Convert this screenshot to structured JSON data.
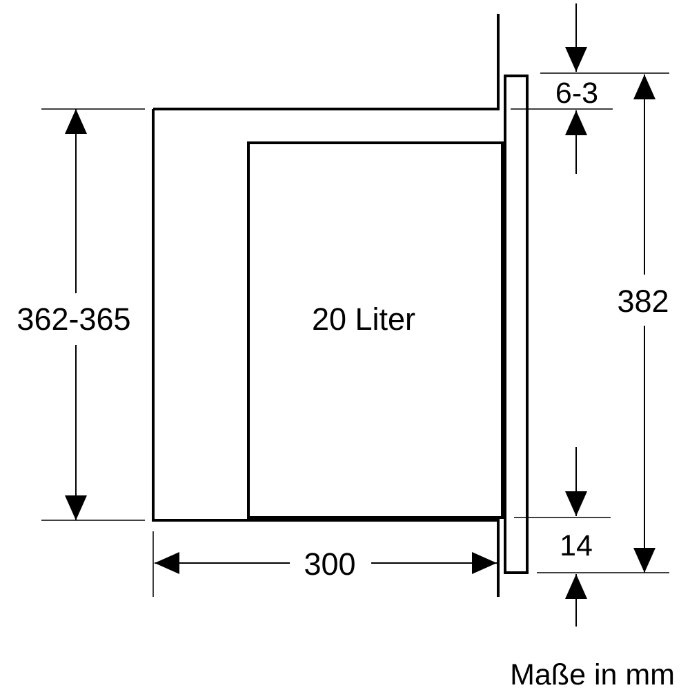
{
  "diagram": {
    "labels": {
      "volume": "20 Liter",
      "niche_height": "362-365",
      "depth": "300",
      "front_height": "382",
      "top_gap": "6-3",
      "bottom_gap": "14",
      "units": "Maße in mm"
    },
    "colors": {
      "line": "#000000",
      "background": "#ffffff"
    }
  }
}
